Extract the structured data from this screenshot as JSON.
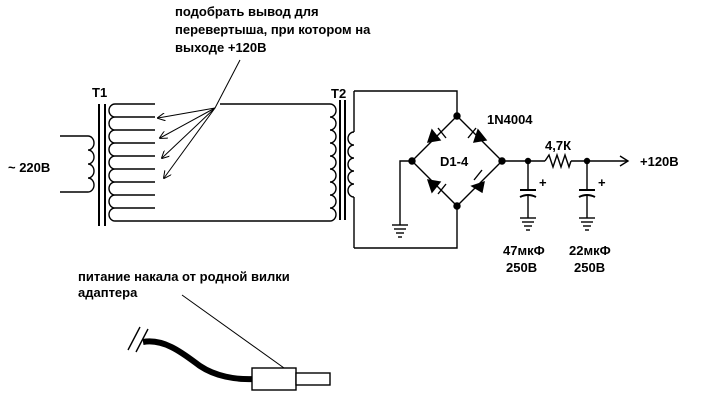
{
  "annotations": {
    "tap_note": [
      "подобрать вывод для",
      "перевертыша, при котором на",
      "выходе +120В"
    ],
    "filament_note": [
      "питание накала от родной вилки",
      "адаптера"
    ]
  },
  "components": {
    "t1": "T1",
    "t2": "T2",
    "mains": "~ 220В",
    "diode_type": "1N4004",
    "bridge": "D1-4",
    "resistor": "4,7К",
    "output": "+120В",
    "cap1_value": "47мкФ",
    "cap1_voltage": "250В",
    "cap2_value": "22мкФ",
    "cap2_voltage": "250В",
    "plus_sign": "+"
  }
}
